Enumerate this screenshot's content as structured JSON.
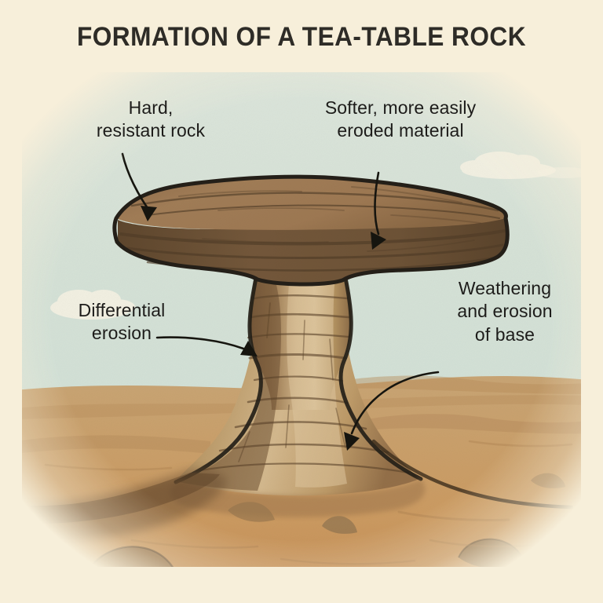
{
  "page": {
    "title": "FORMATION OF A TEA-TABLE ROCK",
    "background_color": "#f7efda"
  },
  "illustration": {
    "name": "tea-table-rock-diagram",
    "sky_color": "#d7e2d7",
    "ground_color": "#c9a06c",
    "caprock_top_color": "#9a7650",
    "caprock_under_color": "#6b5034",
    "pedestal_light_color": "#d6b98c",
    "pedestal_shadow_color": "#8a6a46",
    "outline_color": "#2b2620",
    "cloud_color": "#f4f1e3"
  },
  "labels": [
    {
      "id": "hard-resistant-rock",
      "text": "Hard,\nresistant rock",
      "points_to": "caprock-left-edge"
    },
    {
      "id": "softer-eroded-material",
      "text": "Softer, more easily\neroded material",
      "points_to": "caprock-top-surface"
    },
    {
      "id": "differential-erosion",
      "text": "Differential\nerosion",
      "points_to": "pedestal-neck-left"
    },
    {
      "id": "weathering-erosion-base",
      "text": "Weathering\nand erosion\nof base",
      "points_to": "pedestal-base-right"
    }
  ]
}
